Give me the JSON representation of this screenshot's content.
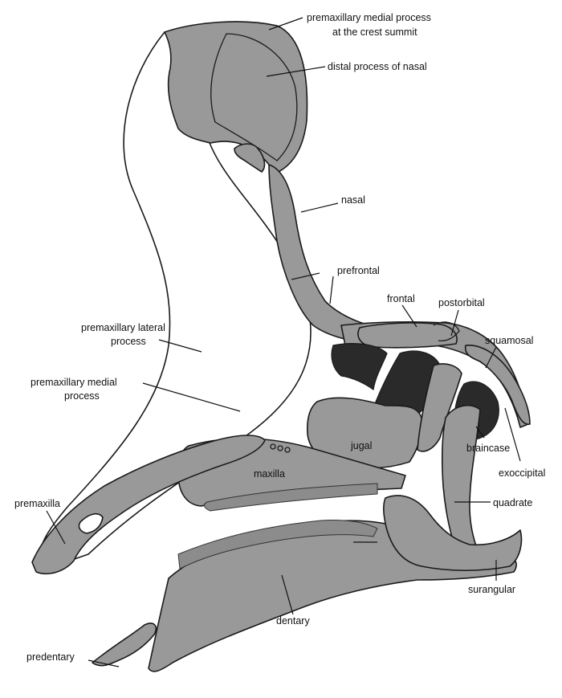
{
  "labels": {
    "premaxillary_medial_crest_1": "premaxillary medial process",
    "premaxillary_medial_crest_2": "at the crest summit",
    "distal_process_nasal": "distal process of nasal",
    "nasal": "nasal",
    "prefrontal": "prefrontal",
    "frontal": "frontal",
    "postorbital": "postorbital",
    "squamosal": "squamosal",
    "premaxillary_lateral_1": "premaxillary lateral",
    "premaxillary_lateral_2": "process",
    "premaxillary_medial_1": "premaxillary medial",
    "premaxillary_medial_2": "process",
    "jugal": "jugal",
    "braincase": "braincase",
    "exoccipital": "exoccipital",
    "maxilla": "maxilla",
    "premaxilla": "premaxilla",
    "quadrate": "quadrate",
    "surangular": "surangular",
    "dentary": "dentary",
    "predentary": "predentary"
  },
  "colors": {
    "bone": "#999999",
    "fenestra": "#2a2a2a",
    "outline": "#1a1a1a",
    "background": "#ffffff"
  }
}
